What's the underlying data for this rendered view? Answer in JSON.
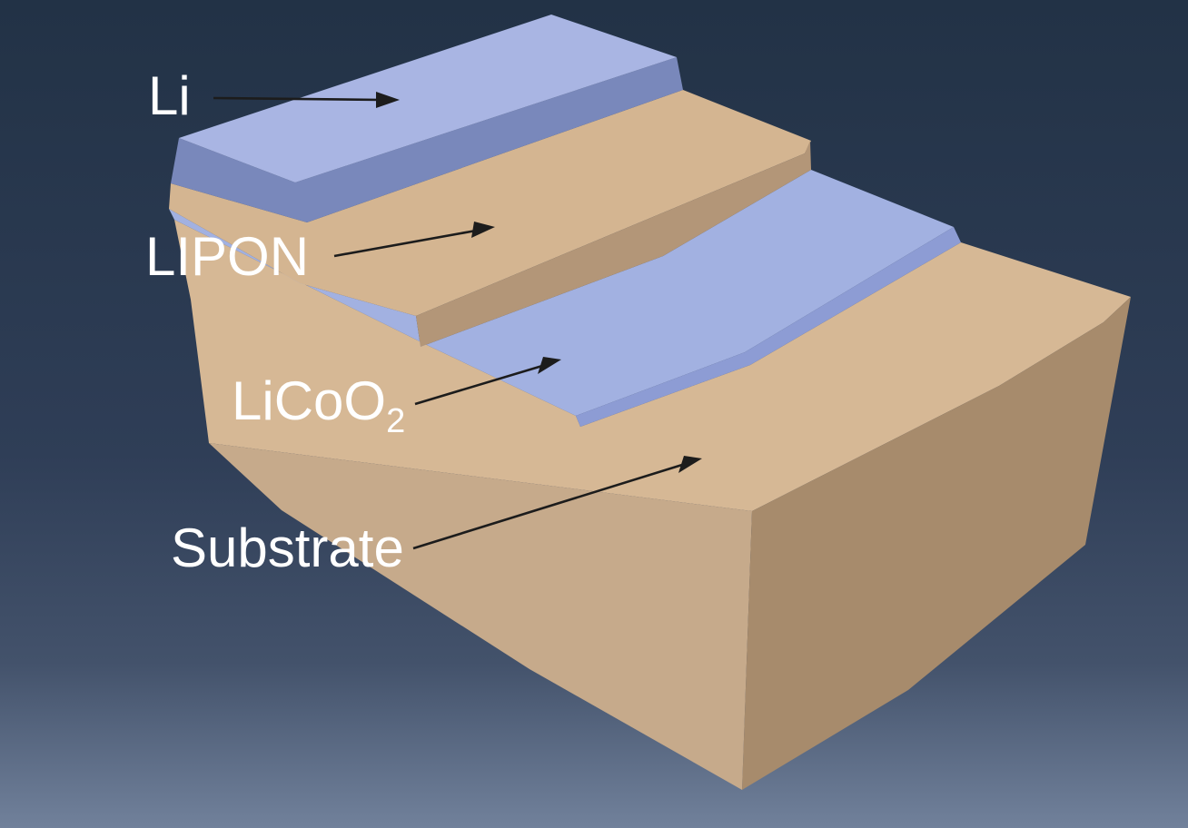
{
  "figure": {
    "description": "3D schematic of a thin-film battery layer stack on a substrate",
    "layers": [
      {
        "id": "li",
        "label": "Li"
      },
      {
        "id": "lipon",
        "label": "LIPON"
      },
      {
        "id": "licoo2",
        "label": "LiCoO",
        "label_subscript": "2"
      },
      {
        "id": "substrate",
        "label": "Substrate"
      }
    ],
    "colors": {
      "bg_top": "#223246",
      "bg_mid": "#2f3e57",
      "bg_lower": "#43526b",
      "bg_bottom": "#71819b",
      "li_top": "#a9b5e3",
      "li_side": "#7988bb",
      "lipon_top": "#d4b591",
      "lipon_side": "#b39678",
      "licoo2_top": "#a2b1e1",
      "licoo2_side": "#8d9cd4",
      "substrate_top": "#d6b895",
      "substrate_left": "#c6aa8b",
      "substrate_right": "#a78b6c",
      "arrow": "#1c1c1c",
      "label_text": "#ffffff"
    }
  }
}
